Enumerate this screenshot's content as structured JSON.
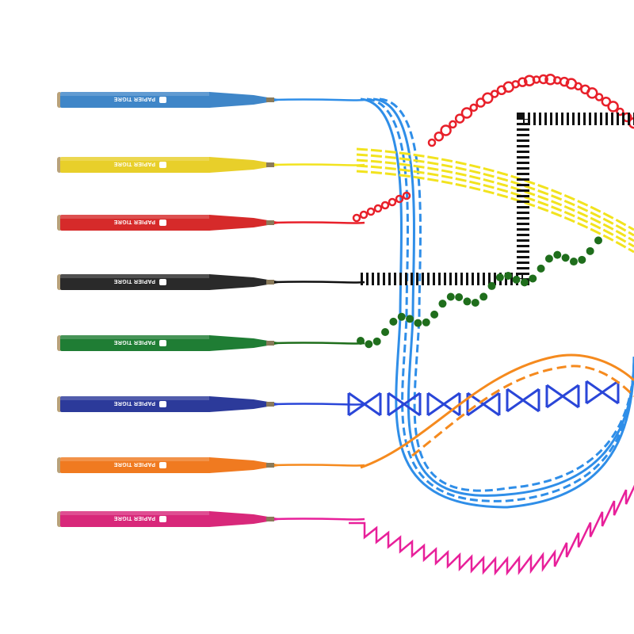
{
  "brand": "PAPIER TIGRE",
  "pens": [
    {
      "name": "blue",
      "color": "#3f86c8",
      "ink": "#2f8ee8"
    },
    {
      "name": "yellow",
      "color": "#e8cf2a",
      "ink": "#f2e31e"
    },
    {
      "name": "red",
      "color": "#d62a2a",
      "ink": "#e8202a"
    },
    {
      "name": "black",
      "color": "#2a2a2a",
      "ink": "#111111"
    },
    {
      "name": "green",
      "color": "#1f7d34",
      "ink": "#1f6e1c"
    },
    {
      "name": "dark-blue",
      "color": "#2c3a9a",
      "ink": "#2a46d8"
    },
    {
      "name": "orange",
      "color": "#f07a20",
      "ink": "#f58a1e"
    },
    {
      "name": "pink",
      "color": "#d8287a",
      "ink": "#e8209a"
    }
  ]
}
